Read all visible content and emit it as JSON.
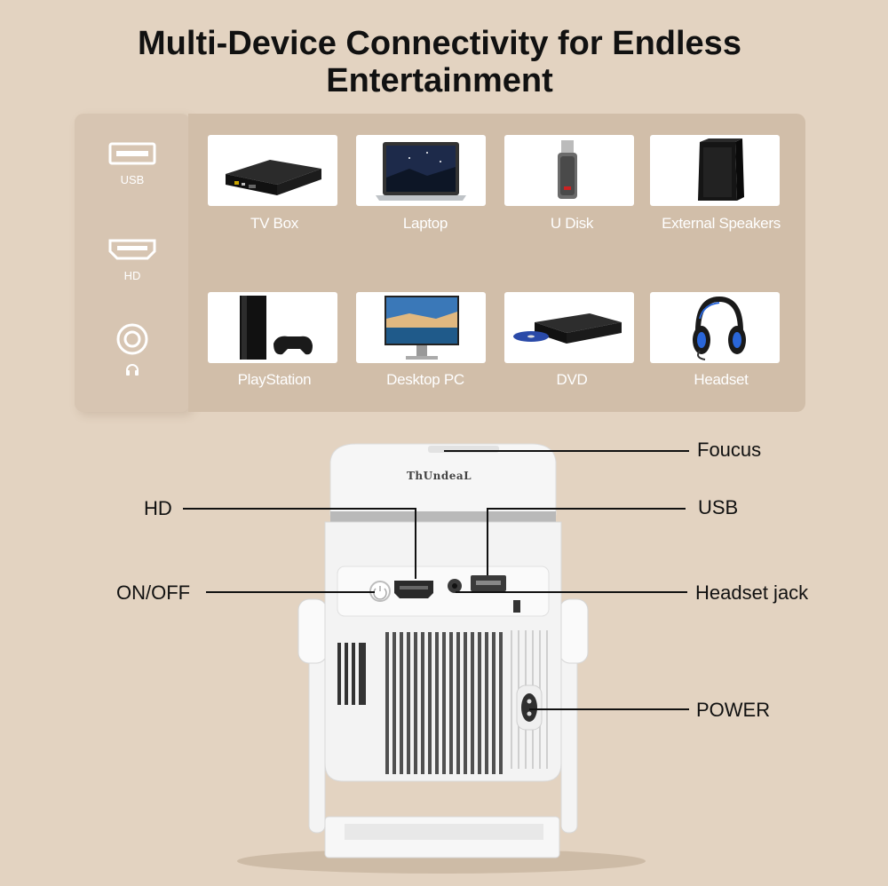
{
  "title": {
    "line1": "Multi-Device Connectivity for Endless",
    "line2": "Entertainment"
  },
  "ports": [
    {
      "icon": "usb-port-icon",
      "label": "USB"
    },
    {
      "icon": "hdmi-port-icon",
      "label": "HD"
    },
    {
      "icon": "audio-jack-icon",
      "label": ""
    }
  ],
  "devices": [
    {
      "icon": "tv-box-icon",
      "label": "TV Box"
    },
    {
      "icon": "laptop-icon",
      "label": "Laptop"
    },
    {
      "icon": "usb-disk-icon",
      "label": "U Disk"
    },
    {
      "icon": "speaker-icon",
      "label": "External Speakers"
    },
    {
      "icon": "playstation-icon",
      "label": "PlayStation"
    },
    {
      "icon": "desktop-pc-icon",
      "label": "Desktop PC"
    },
    {
      "icon": "dvd-player-icon",
      "label": "DVD"
    },
    {
      "icon": "headset-icon",
      "label": "Headset"
    }
  ],
  "projector": {
    "brand": "ThUndeaL",
    "labels": {
      "focus": "Foucus",
      "hd": "HD",
      "usb": "USB",
      "onoff": "ON/OFF",
      "headset_jack": "Headset jack",
      "power": "POWER"
    }
  },
  "colors": {
    "background": "#e3d3c1",
    "panel": "#d1bea9",
    "port_column": "#d7c5b2",
    "text": "#111111",
    "label_white": "#ffffff"
  }
}
